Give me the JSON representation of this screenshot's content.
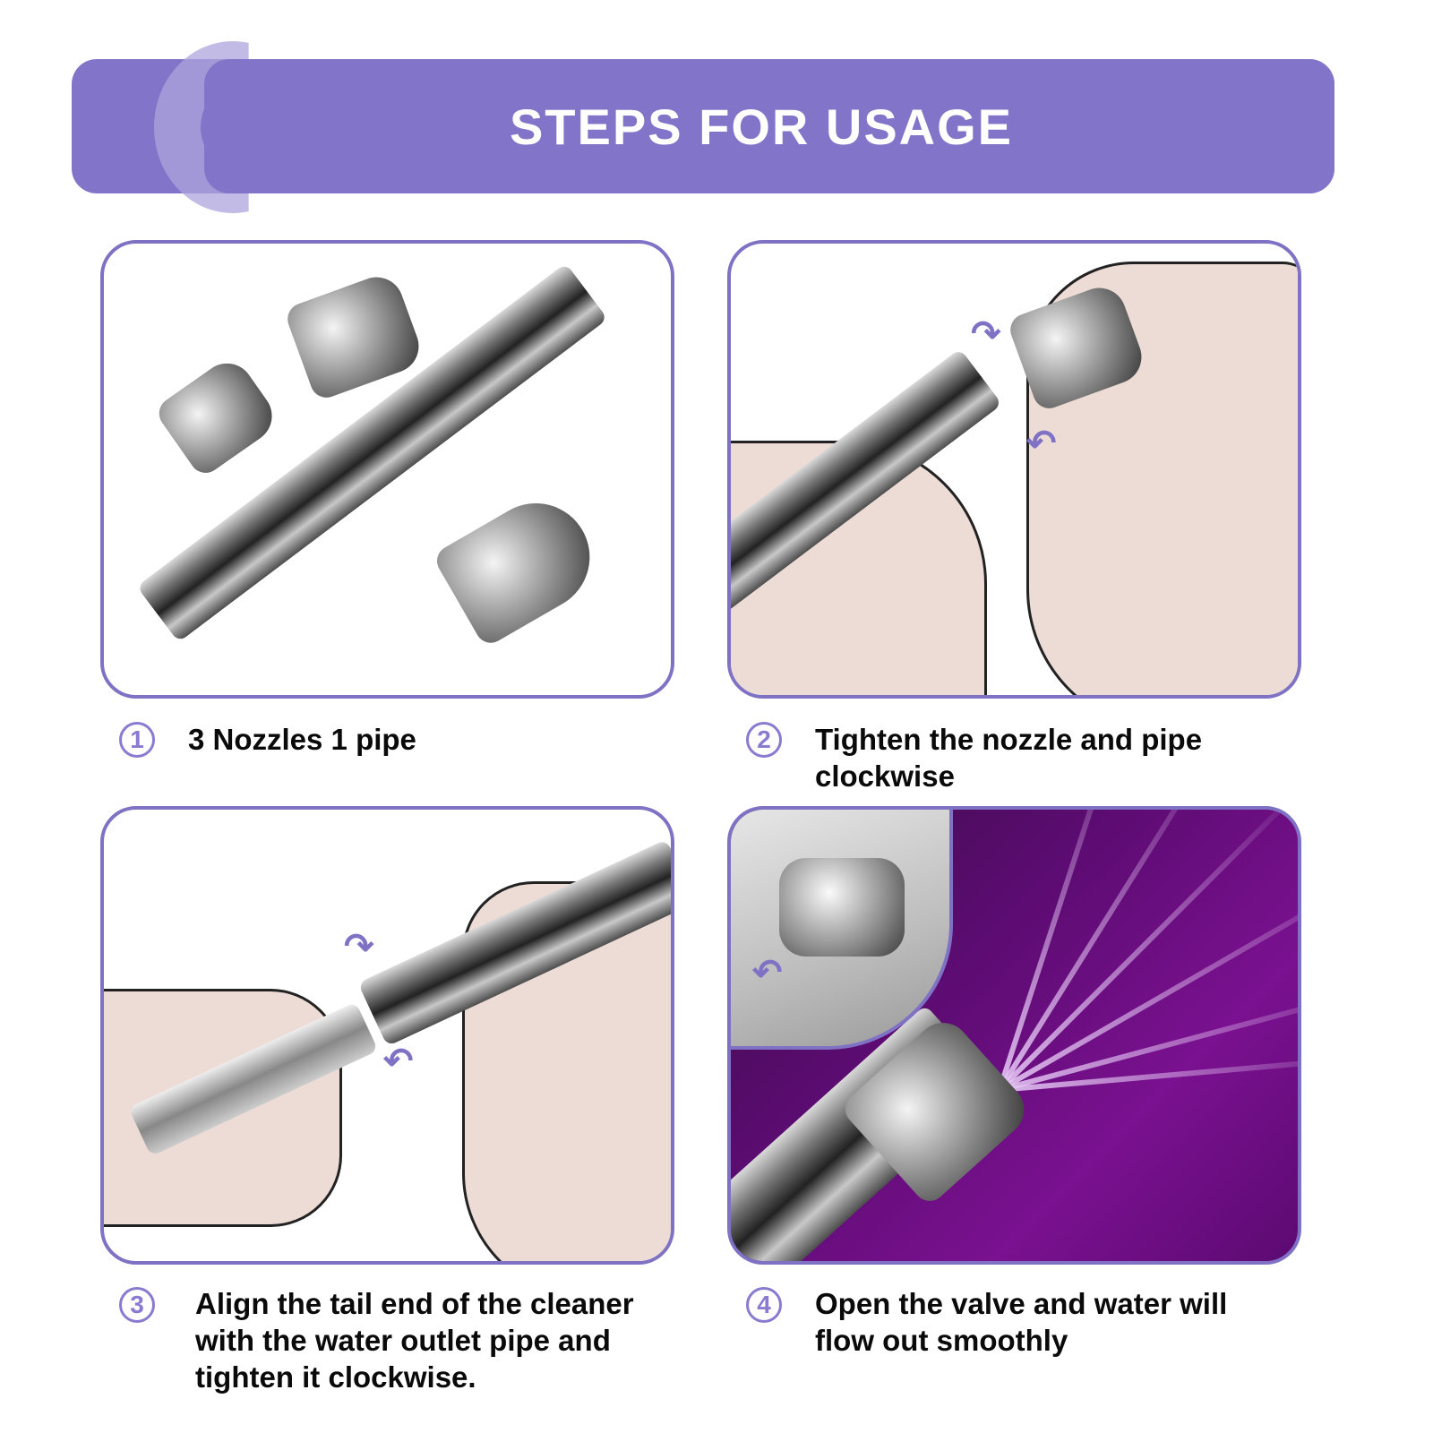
{
  "header": {
    "title": "STEPS FOR USAGE",
    "color": "#8274c8"
  },
  "steps": [
    {
      "number": "1",
      "caption_lines": [
        "3 Nozzles 1 pipe"
      ],
      "image": "three-nozzles-and-pipe"
    },
    {
      "number": "2",
      "caption_lines": [
        "Tighten the nozzle and pipe",
        "clockwise"
      ],
      "image": "hands-tightening-nozzle"
    },
    {
      "number": "3",
      "caption_lines": [
        "Align the tail end of the cleaner",
        "with the water outlet pipe and",
        "tighten it clockwise."
      ],
      "image": "hands-attaching-to-hose"
    },
    {
      "number": "4",
      "caption_lines": [
        "Open the valve and water will",
        "flow out smoothly"
      ],
      "image": "water-spraying-from-nozzle"
    }
  ],
  "colors": {
    "accent": "#7f72c4",
    "step_number": "#8a7bd0",
    "caption_text": "#0a0a0a",
    "skin": "#ecdcd5",
    "panel4_bg": "#5e0c74"
  }
}
